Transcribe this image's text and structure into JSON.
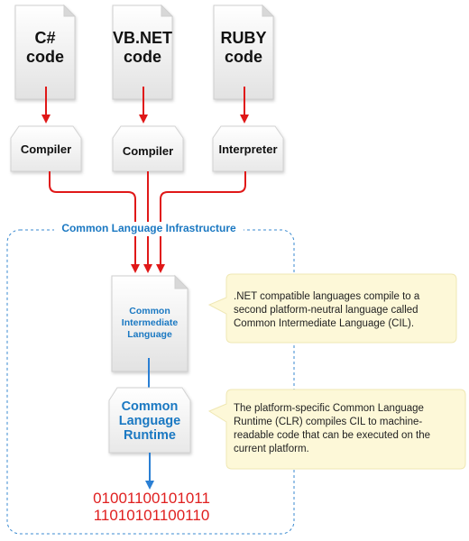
{
  "sources": [
    {
      "label": "C#\ncode"
    },
    {
      "label": "VB.NET\ncode"
    },
    {
      "label": "RUBY\ncode"
    }
  ],
  "processors": [
    {
      "label": "Compiler"
    },
    {
      "label": "Compiler"
    },
    {
      "label": "Interpreter"
    }
  ],
  "infrastructure": {
    "label": "Common Language Infrastructure",
    "cil_label": "Common\nIntermediate\nLanguage",
    "clr_label": "Common\nLanguage\nRuntime",
    "binary_lines": [
      "01001100101011",
      "11010101100110"
    ]
  },
  "notes": {
    "cil_note": ".NET compatible languages compile to a second platform-neutral language called Common Intermediate Language (CIL).",
    "clr_note": "The platform-specific Common Language Runtime (CLR) compiles CIL to machine-readable code that can be executed on the current platform."
  },
  "colors": {
    "red_arrow": "#e01818",
    "blue_arrow": "#2a7fd4",
    "accent_text": "#1a78c2",
    "note_bg": "#fdf8d8",
    "dashed_border": "#3a8ad0",
    "binary_text": "#e02020"
  }
}
